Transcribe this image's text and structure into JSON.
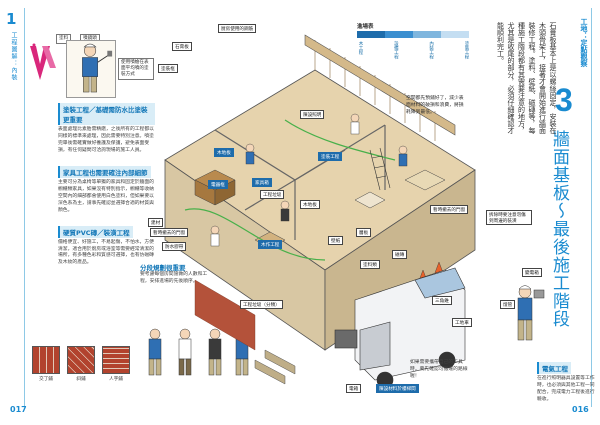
{
  "left_page": {
    "page_number": "017",
    "side_index_number": "1",
    "side_index_label": "工程圖解：內裝",
    "v_logo_callouts": [
      "塗料",
      "噴鏡頭",
      "使用噴槍在表面平均噴的塗裝方式"
    ],
    "tips": [
      {
        "title": "塗裝工程／基礎需防水比塗裝更重要",
        "text": "表面處理比素胎需精磨，之後所有的工程都以同樣的標準來處理，因此需要特別注意。噴塗完畢後需確實做好養護及保護，避免表面受損，有任何疑問可洽詢現場的施工人員。"
      },
      {
        "title": "家具工程也需要確注內部細節",
        "text": "主要可分為桌椅等單獨的家具和固定於牆面的櫥櫃類家具，如果沒有特別指示，櫥櫃等收納空間內的細部都會使用白色塗料，但如果要以深色系為主，請事先確認並選擇合適的材質與顏色。"
      },
      {
        "title": "硬質PVC磚／裝潢工程",
        "text": "價格便宜、好施工，不易起傷，不怕水，方便清潔，適合用於廚房或浴室等需要經常清潔的場所，有多種色彩和質感可選擇，也有仿磁磚及木紋的產品。"
      }
    ],
    "section_heading": "分段規劃很重要",
    "section_text": "要考慮每個房間施做的人數和工程，安排進場的先後順序。",
    "tile_labels": [
      "交丁鋪",
      "斜鋪",
      "人字鋪"
    ]
  },
  "illustration": {
    "labels": [
      "厨房使用的鋼筋",
      "石膏板",
      "塗裝框",
      "建材",
      "暫時撤去的門窗",
      "防水膠帶",
      "木地板",
      "電器框",
      "工程垃圾",
      "塗裝工程",
      "木地板",
      "層板",
      "三角錐",
      "燈管",
      "變電箱",
      "家具箱",
      "工程垃圾（分類）",
      "木作工程",
      "塗料類",
      "磁磚",
      "壁紙",
      "陳設照明",
      "電箱",
      "暫時撤去的門窗",
      "工地車",
      "陳設材料於樓梯間"
    ],
    "legend": {
      "title": "進場表",
      "labels": [
        "木工程",
        "設備工程",
        "內裝工程",
        "塗裝工程"
      ],
      "colors": [
        "#1e6cab",
        "#3b8fd0",
        "#7fb6de",
        "#c4def2"
      ]
    },
    "right_note": "空間都先預鋪好了，減少表面材料的破損和浪費，將損耗降到最低。",
    "callouts": {
      "tool_box": "如果需要攜帶自己的工具時，要先確認可搬運的路線喔！",
      "electrician_title": "電氣工程",
      "electrician_text": "在進行照明器具設置等工作時，也必須與其他工程一同配合，完成電力工程後進行驗收。"
    }
  },
  "right_page": {
    "page_number": "016",
    "chapter_tag": "工地：定點觀察",
    "chapter_number": "3",
    "main_title": "牆面基板～最後施工階段",
    "intro": "石膏板基本上是以螺絲固定，安裝在木頭骨架上，接著才會開始進行牆面裝修工程。塗料、壁紙、磁磚等，每種施工階段都有其需要注意的地方，尤其是收尾的部分，必須仔細確認才能順利完工。",
    "caption_photo_box": "拆除時要注意勿傷到周邊的裝潢"
  }
}
